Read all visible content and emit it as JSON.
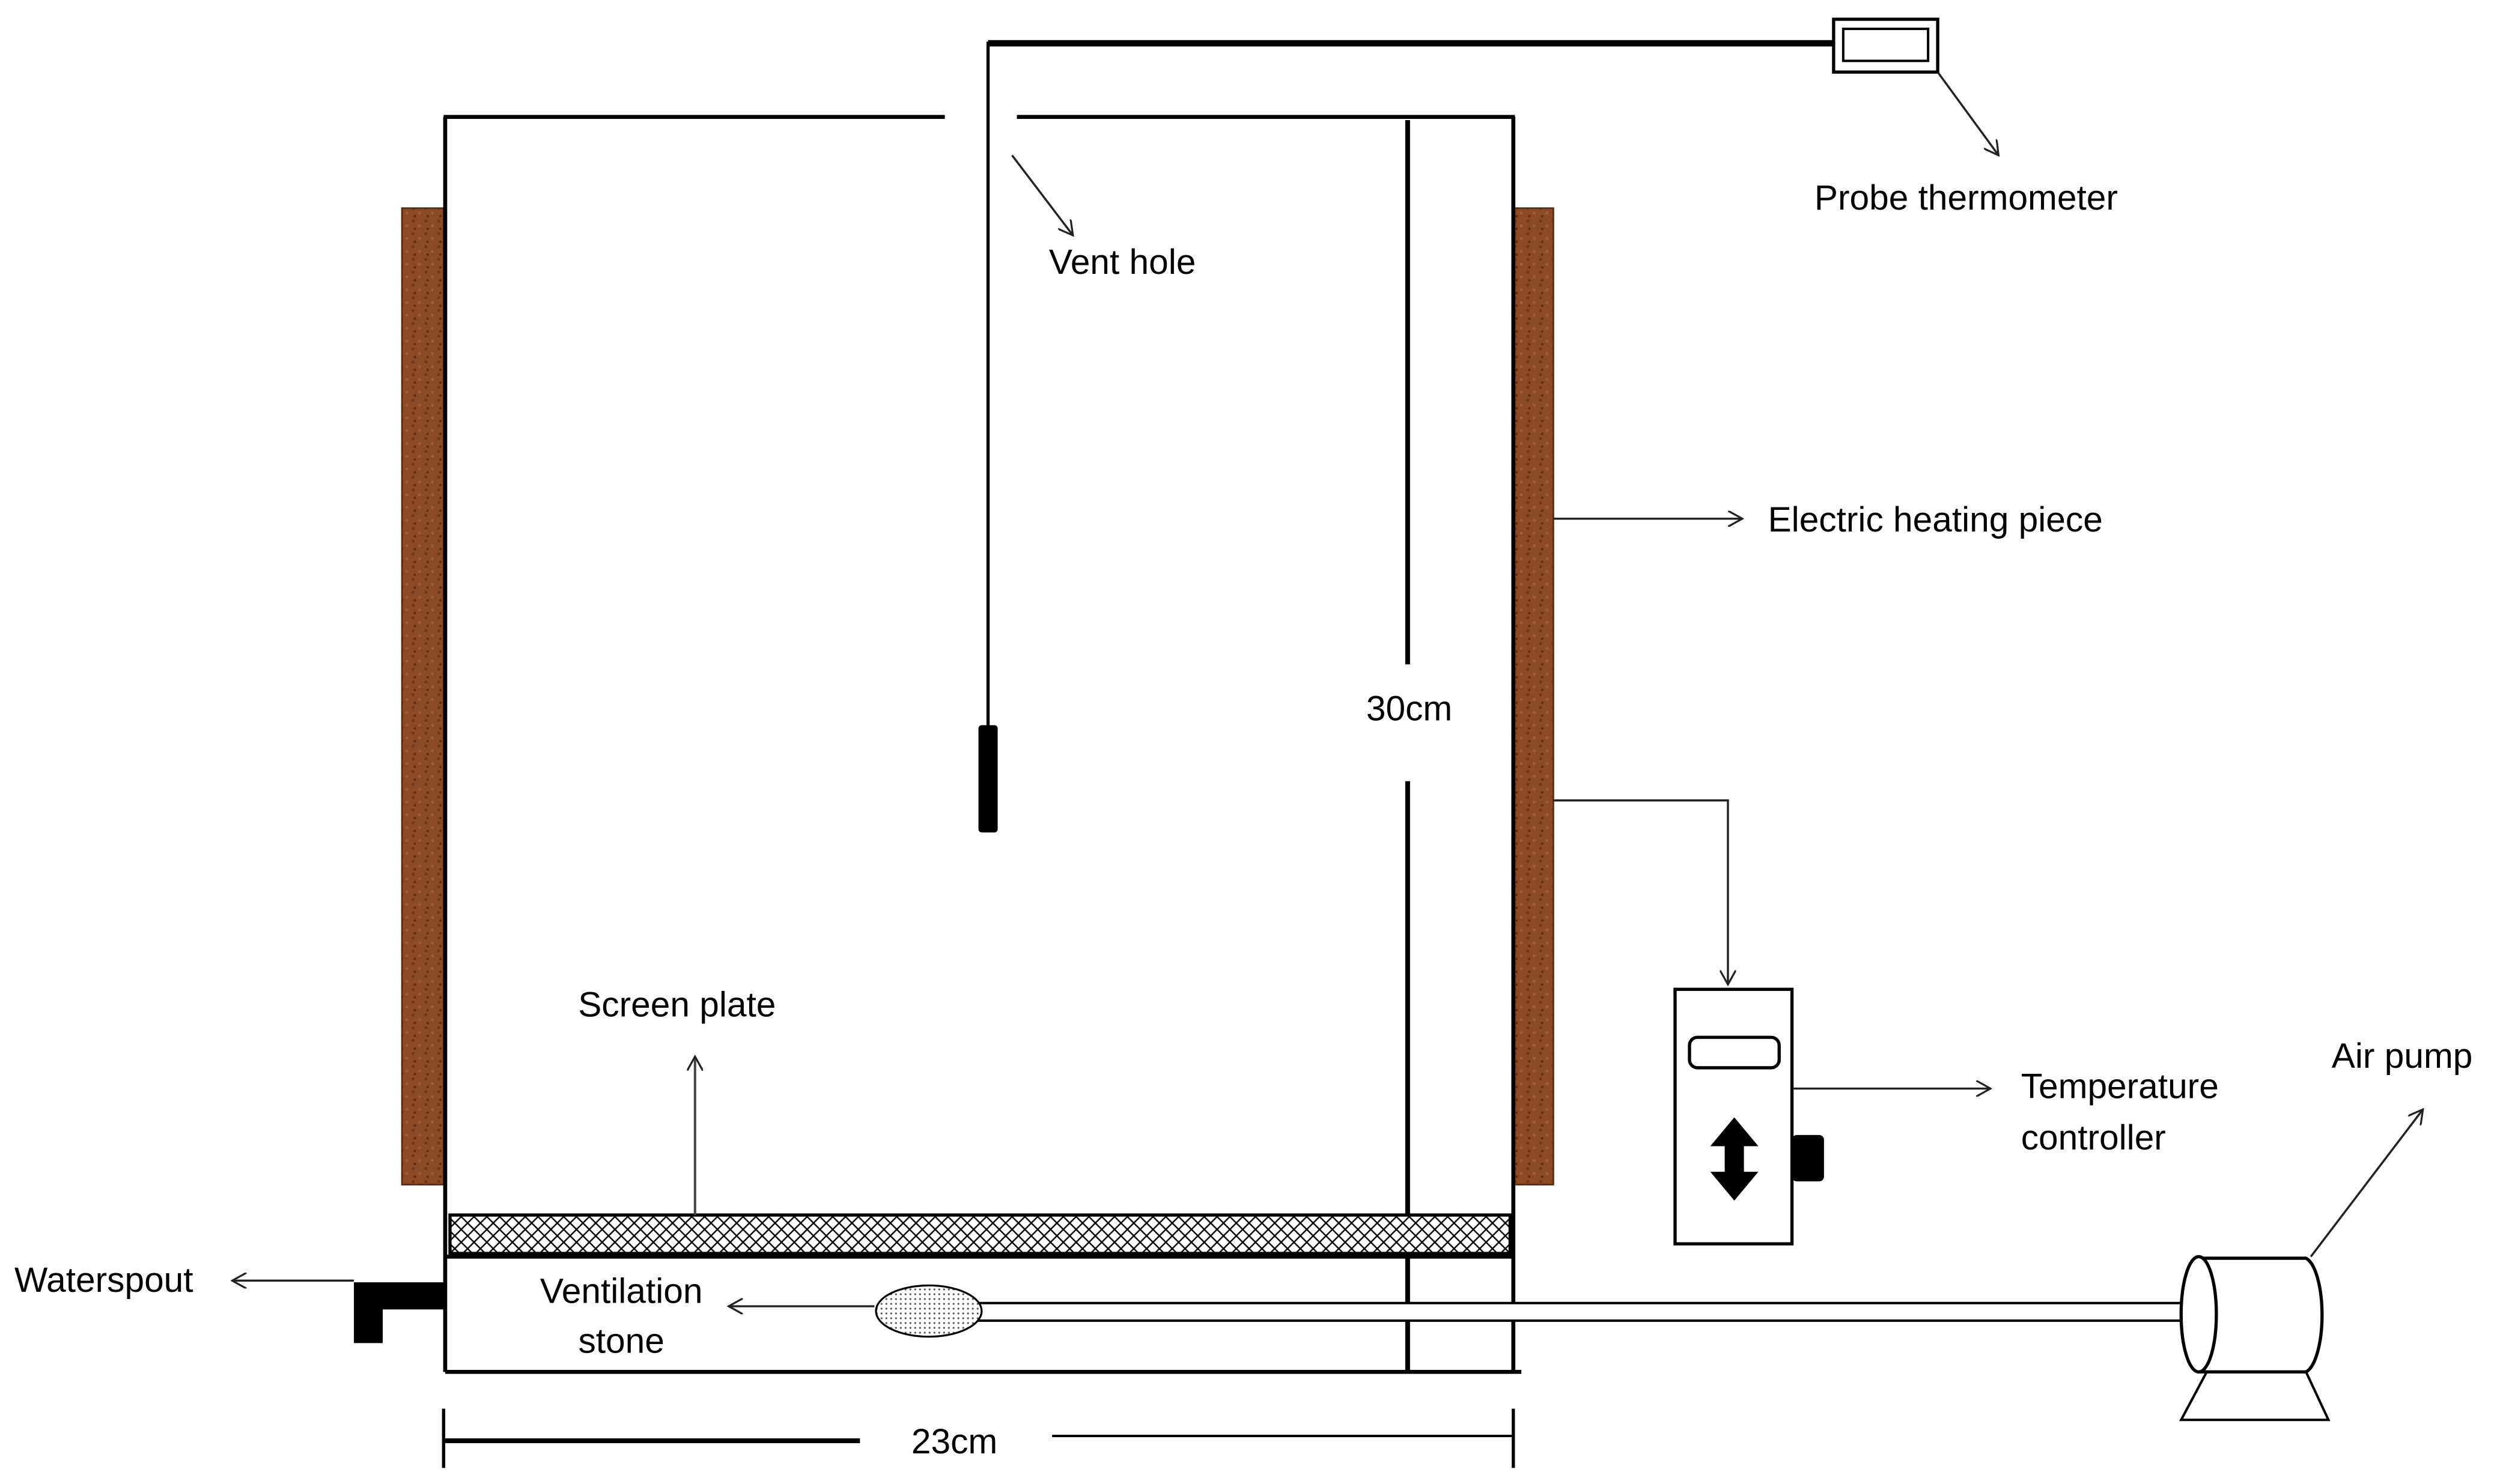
{
  "labels": {
    "probe_thermometer": "Probe thermometer",
    "vent_hole": "Vent hole",
    "electric_heating_piece": "Electric heating piece",
    "height": "30cm",
    "screen_plate": "Screen plate",
    "temperature_controller_line1": "Temperature",
    "temperature_controller_line2": "controller",
    "air_pump": "Air pump",
    "waterspout": "Waterspout",
    "ventilation_stone_line1": "Ventilation",
    "ventilation_stone_line2": "stone",
    "width": "23cm"
  },
  "colors": {
    "heater_brown": "#8b4a26",
    "line": "#000000",
    "arrow_gray": "#444444"
  }
}
